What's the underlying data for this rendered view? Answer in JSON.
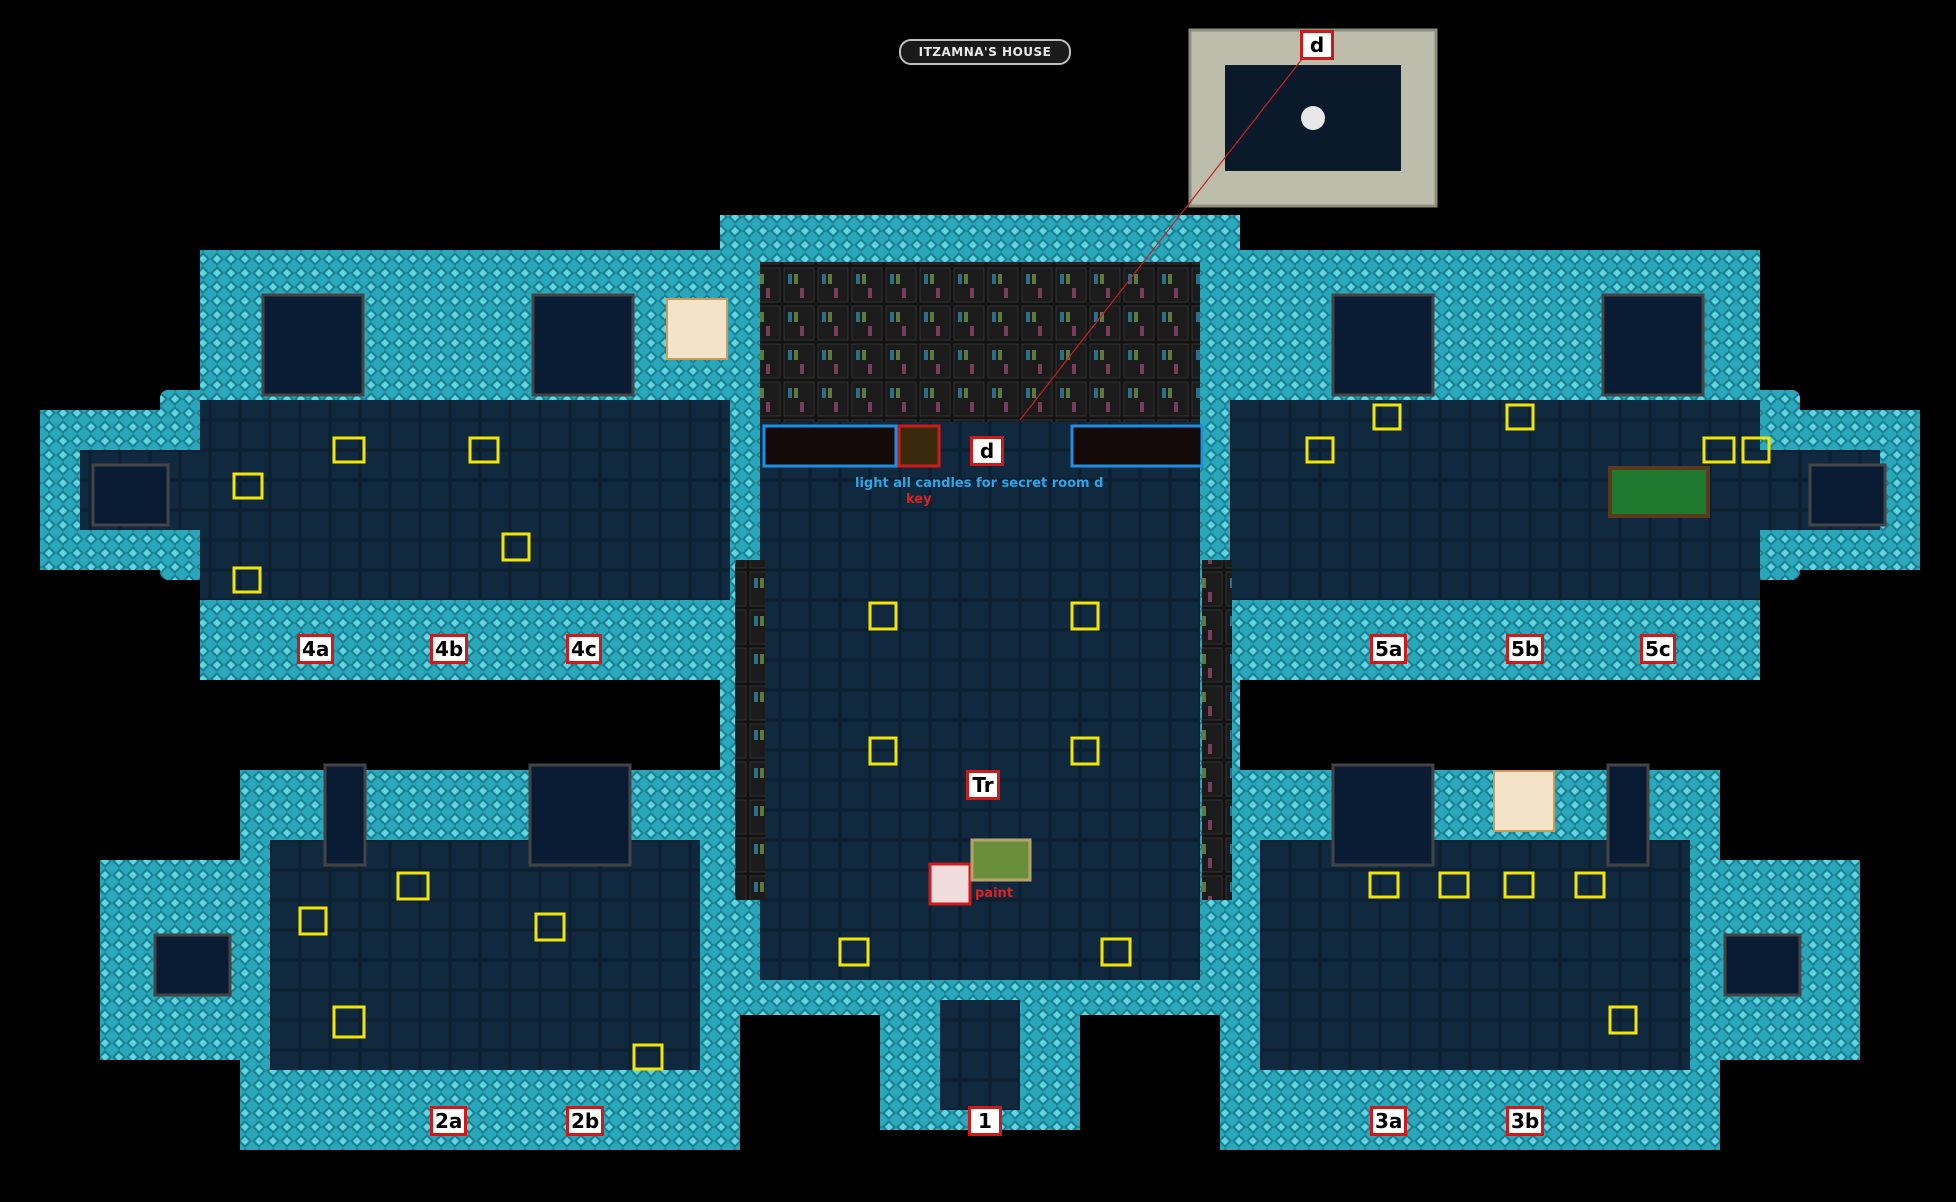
{
  "title": "ITZAMNA'S HOUSE",
  "labels": {
    "d_top": "d",
    "d_main": "d",
    "r4a": "4a",
    "r4b": "4b",
    "r4c": "4c",
    "r5a": "5a",
    "r5b": "5b",
    "r5c": "5c",
    "r2a": "2a",
    "r2b": "2b",
    "r3a": "3a",
    "r3b": "3b",
    "r1": "1",
    "tr": "Tr"
  },
  "notes": {
    "candles": "light all candles for secret room d",
    "key": "key",
    "paint": "paint"
  },
  "colors": {
    "wall_teal": "#2fb3c6",
    "floor_dark": "#0d2238",
    "stone_tile": "#c9c9b6",
    "label_border": "#d01a1a",
    "highlight_yellow": "#f2e600",
    "highlight_blue": "#1e8fe0",
    "note_blue": "#2aa7ea",
    "note_red": "#e02020"
  }
}
